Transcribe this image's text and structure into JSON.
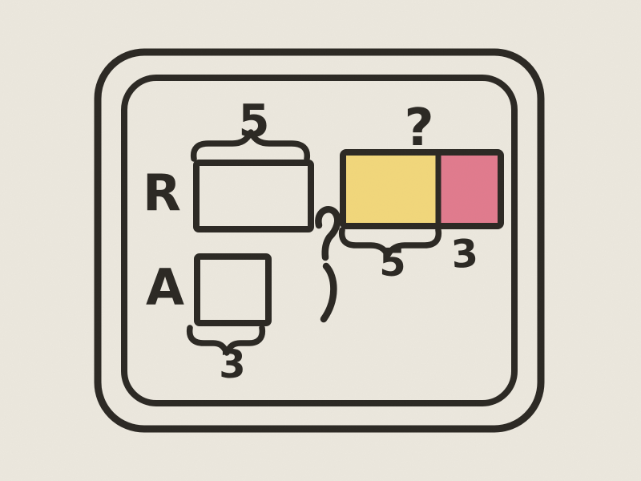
{
  "palette": {
    "background": "#EDE9DF",
    "panel": "#F2EFE6",
    "frame_teal": "#3E6B82",
    "outline_ink": "#2B2823",
    "bar_yellow": "#F3D87B",
    "bar_pink": "#E27B8E"
  },
  "diagram": {
    "bar_r": {
      "label": "R",
      "length_label": "5"
    },
    "bar_a": {
      "label": "A",
      "length_label": "3"
    },
    "combined_bar": {
      "total_label": "?",
      "yellow_part_label": "5",
      "pink_part_label": "3"
    }
  }
}
